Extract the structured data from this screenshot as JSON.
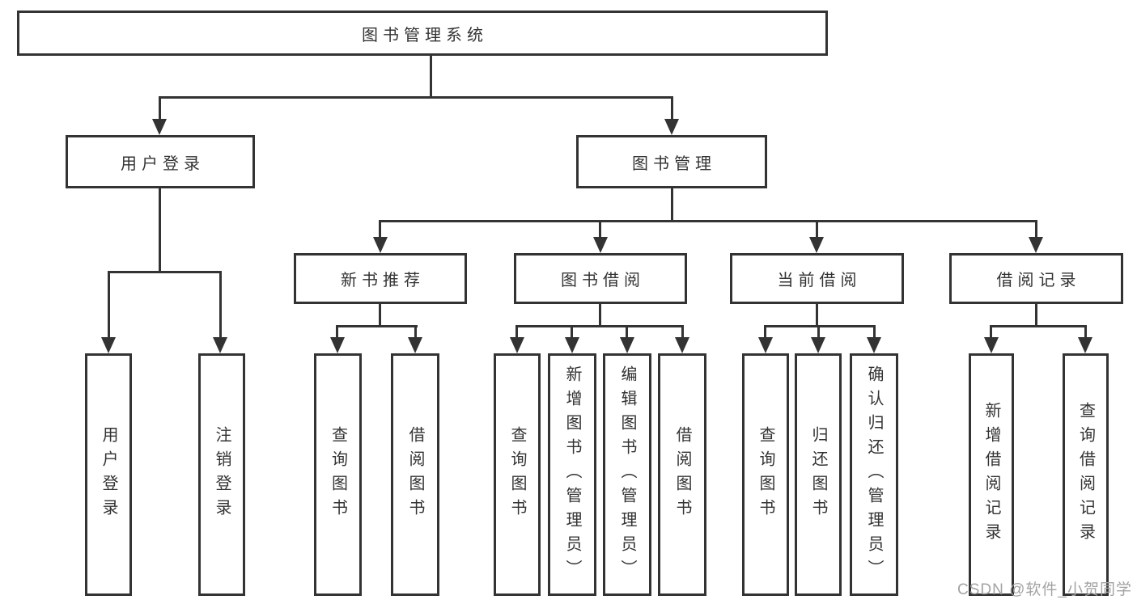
{
  "diagram": {
    "title": "图书管理系统",
    "nodes": {
      "root": "图书管理系统",
      "user_login": "用户登录",
      "book_management": "图书管理",
      "new_book_recommend": "新书推荐",
      "book_borrowing": "图书借阅",
      "current_borrowing": "当前借阅",
      "borrowing_records": "借阅记录"
    },
    "leaves": {
      "user_login": [
        "用户登录",
        "注销登录"
      ],
      "new_book_recommend": [
        "查询图书",
        "借阅图书"
      ],
      "book_borrowing": [
        "查询图书",
        "新增图书（管理员）",
        "编辑图书（管理员）",
        "借阅图书"
      ],
      "current_borrowing": [
        "查询图书",
        "归还图书",
        "确认归还（管理员）"
      ],
      "borrowing_records": [
        "新增借阅记录",
        "查询借阅记录"
      ]
    }
  },
  "watermark": {
    "text": "CSDN @软件_小贺同学"
  },
  "colors": {
    "line": "#333333",
    "text": "#333333",
    "box_background": "#ffffff",
    "watermark": "#a3a3a3",
    "background": "#ffffff"
  }
}
